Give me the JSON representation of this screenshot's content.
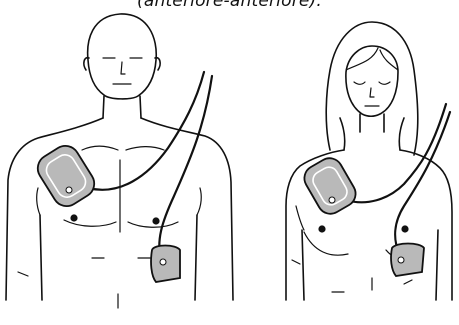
{
  "caption": "(anteriore-anteriore).",
  "colors": {
    "pad_fill": "#b9b9b9",
    "line": "#111111",
    "background": "#ffffff"
  },
  "figures": [
    "male-torso",
    "female-torso"
  ],
  "pads_per_figure": 2,
  "electrode_positions": [
    "upper-right-chest",
    "left-lateral-chest"
  ]
}
